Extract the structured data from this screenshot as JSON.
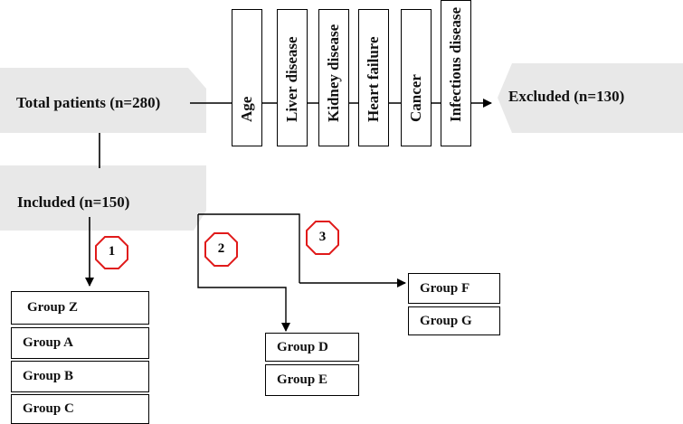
{
  "flow": {
    "total": "Total patients (n=280)",
    "excluded": "Excluded (n=130)",
    "included": "Included (n=150)",
    "criteria": [
      "Age",
      "Liver disease",
      "Kidney disease",
      "Heart failure",
      "Cancer",
      "Infectious disease"
    ],
    "markers": [
      "1",
      "2",
      "3"
    ],
    "groups_left": [
      "Group Z",
      "Group A",
      "Group B",
      "Group C"
    ],
    "groups_middle": [
      "Group D",
      "Group E"
    ],
    "groups_right": [
      "Group F",
      "Group G"
    ]
  },
  "colors": {
    "panel": "#e8e8e8",
    "marker": "#e01a1a",
    "line": "#000000"
  }
}
